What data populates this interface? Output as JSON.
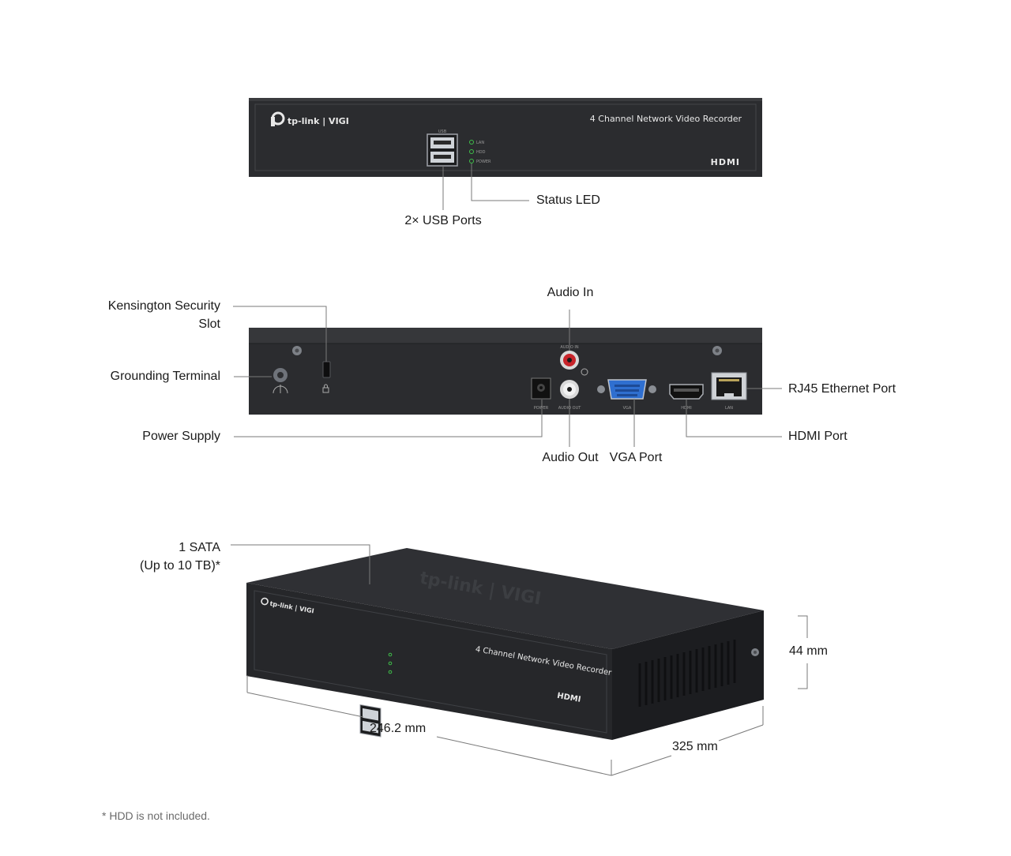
{
  "front_panel": {
    "logo_text": "tp-link | VIGI",
    "model_text": "4 Channel Network Video Recorder",
    "hdmi_logo": "HDMI",
    "usb_tag": "USB",
    "led_lan": "LAN",
    "led_hdd": "HDD",
    "led_power": "POWER"
  },
  "rear_panel": {
    "audio_in_tag": "AUDIO IN",
    "power_tag": "POWER",
    "audio_out_tag": "AUDIO OUT",
    "vga_tag": "VGA",
    "hdmi_tag": "HDMI",
    "lan_tag": "LAN"
  },
  "callouts": {
    "usb_ports": "2× USB Ports",
    "status_led": "Status LED",
    "kensington_line1": "Kensington Security",
    "kensington_line2": "Slot",
    "grounding": "Grounding Terminal",
    "power_supply": "Power Supply",
    "audio_in": "Audio In",
    "audio_out": "Audio Out",
    "vga_port": "VGA Port",
    "hdmi_port": "HDMI Port",
    "rj45": "RJ45 Ethernet Port",
    "sata_line1": "1 SATA",
    "sata_line2": "(Up to 10 TB)*"
  },
  "dimensions": {
    "width": "246.2 mm",
    "depth": "325 mm",
    "height": "44 mm"
  },
  "footnote": "* HDD is not included.",
  "colors": {
    "chassis": "#2b2c2f",
    "chassis_edge": "#18191b",
    "leader_line": "#7a7a7a",
    "led_green": "#3fbf4a",
    "vga_blue": "#2f6fd0",
    "audio_red": "#c8242a"
  }
}
